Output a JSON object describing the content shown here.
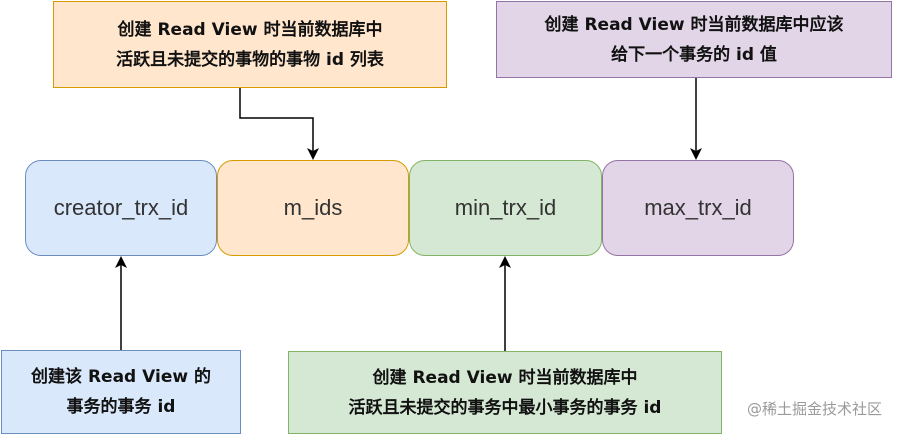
{
  "fields": [
    {
      "label": "creator_trx_id",
      "fill": "#dae8fc",
      "stroke": "#6c8ebf"
    },
    {
      "label": "m_ids",
      "fill": "#ffe6cc",
      "stroke": "#d79b00"
    },
    {
      "label": "min_trx_id",
      "fill": "#d5e8d4",
      "stroke": "#82b366"
    },
    {
      "label": "max_trx_id",
      "fill": "#e1d5e7",
      "stroke": "#9673a6"
    }
  ],
  "notes": {
    "m_ids": {
      "line1": "创建 Read View 时当前数据库中",
      "line2": "活跃且未提交的事物的事物 id 列表",
      "fill": "#ffe6cc",
      "stroke": "#d79b00"
    },
    "max_trx_id": {
      "line1": "创建 Read View 时当前数据库中应该",
      "line2": "给下一个事务的 id 值",
      "fill": "#e1d5e7",
      "stroke": "#9673a6"
    },
    "creator_trx_id": {
      "line1": "创建该 Read View 的",
      "line2": "事务的事务 id",
      "fill": "#dae8fc",
      "stroke": "#6c8ebf"
    },
    "min_trx_id": {
      "line1": "创建 Read View 时当前数据库中",
      "line2": "活跃且未提交的事务中最小事务的事务 id",
      "fill": "#d5e8d4",
      "stroke": "#82b366"
    }
  },
  "watermark": "@稀土掘金技术社区",
  "edge_color": "#000000"
}
